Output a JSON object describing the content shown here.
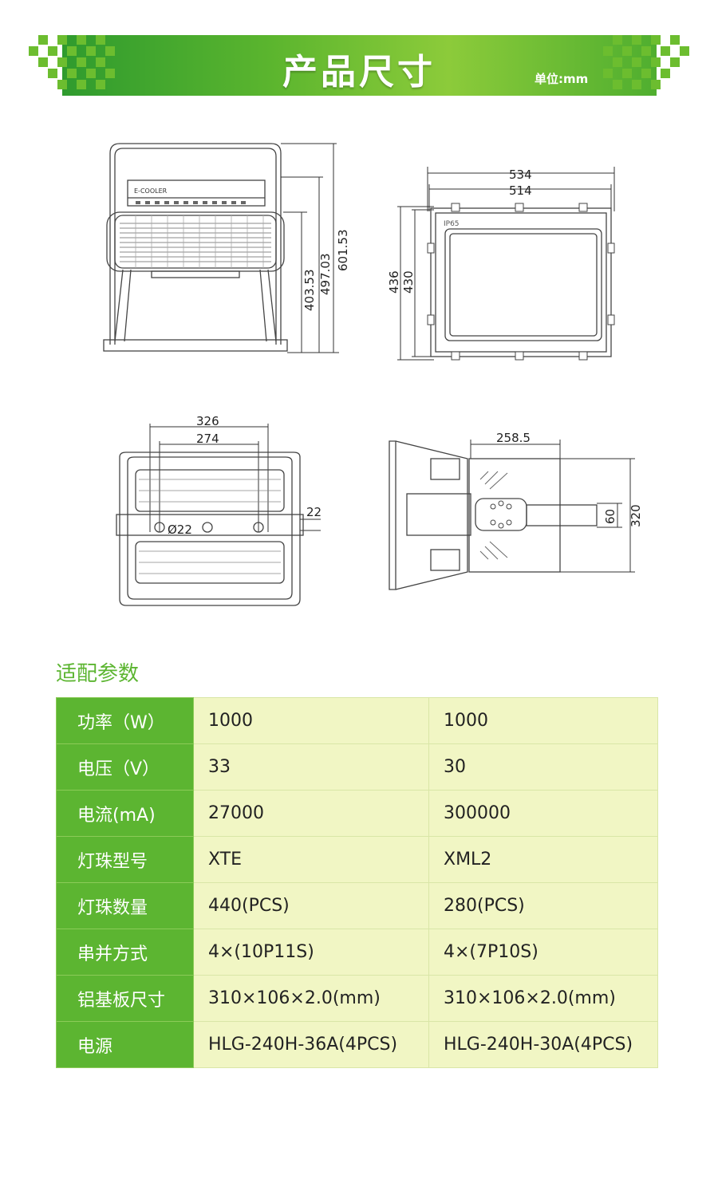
{
  "header": {
    "title": "产品尺寸",
    "unit": "单位:mm",
    "colors": {
      "banner_start": "#2f9b2e",
      "banner_mid": "#8ccb3a",
      "checker": "#6cbd2f"
    }
  },
  "drawings": {
    "front": {
      "brand": "E-COOLER",
      "dims": [
        "403.53",
        "497.03",
        "601.53"
      ]
    },
    "side": {
      "badge": "IP65",
      "dims": [
        "534",
        "514",
        "436",
        "430"
      ]
    },
    "back": {
      "dims": [
        "326",
        "274",
        "22",
        "Ø22"
      ]
    },
    "profile": {
      "dims": [
        "258.5",
        "60",
        "320"
      ]
    }
  },
  "parameters": {
    "title": "适配参数",
    "colors": {
      "label_bg": "#5cb531",
      "value_bg": "#f1f6c4"
    },
    "rows": [
      {
        "label": "功率（W）",
        "v1": "1000",
        "v2": "1000"
      },
      {
        "label": "电压（V）",
        "v1": "33",
        "v2": "30"
      },
      {
        "label": "电流(mA)",
        "v1": "27000",
        "v2": "300000"
      },
      {
        "label": "灯珠型号",
        "v1": "XTE",
        "v2": "XML2"
      },
      {
        "label": "灯珠数量",
        "v1": "440(PCS)",
        "v2": "280(PCS)"
      },
      {
        "label": "串并方式",
        "v1": "4×(10P11S)",
        "v2": "4×(7P10S)"
      },
      {
        "label": "铝基板尺寸",
        "v1": "310×106×2.0(mm)",
        "v2": "310×106×2.0(mm)"
      },
      {
        "label": "电源",
        "v1": "HLG-240H-36A(4PCS)",
        "v2": "HLG-240H-30A(4PCS)"
      }
    ]
  }
}
